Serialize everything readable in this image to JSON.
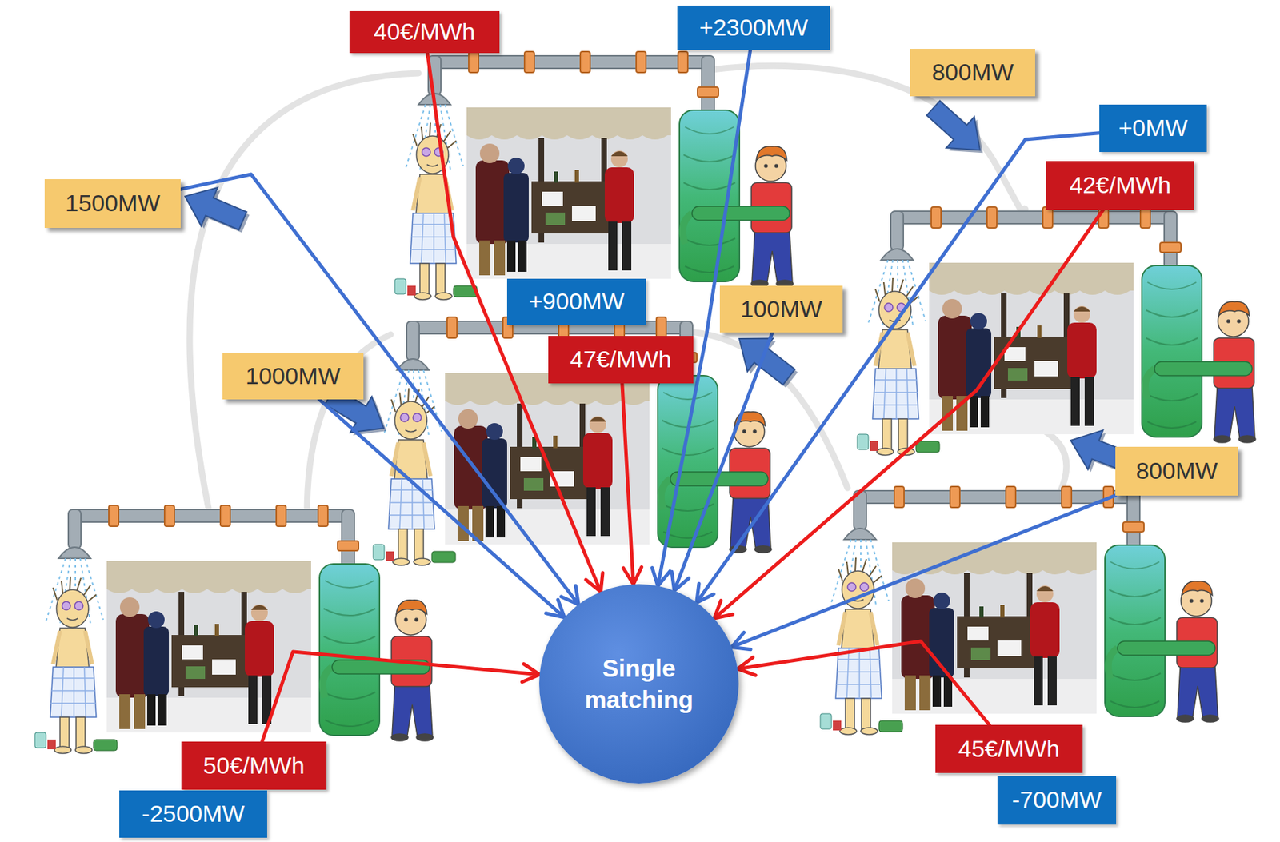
{
  "diagram": {
    "nodes": [
      {
        "text": [
          "40€/MWh"
        ]
      },
      {
        "text": [
          "+2300MW"
        ]
      },
      {
        "text": [
          "800MW"
        ]
      },
      {
        "text": [
          "+0MW"
        ]
      },
      {
        "text": [
          "42€/MWh"
        ]
      },
      {
        "text": [
          "1500MW"
        ]
      },
      {
        "text": [
          "+900MW"
        ]
      },
      {
        "text": [
          "100MW"
        ]
      },
      {
        "text": [
          "47€/MWh"
        ]
      },
      {
        "text": [
          "1000MW"
        ]
      },
      {
        "text": [
          "800MW"
        ]
      },
      {
        "text": [
          "Single matching"
        ]
      },
      {
        "text": [
          "45€/MWh"
        ]
      },
      {
        "text": [
          "50€/MWh"
        ]
      },
      {
        "text": [
          "-700MW"
        ]
      },
      {
        "text": [
          "-2500MW"
        ]
      }
    ],
    "edges": [
      {
        "from": 5,
        "to": 11,
        "arrow": "to"
      },
      {
        "from": 0,
        "to": 11,
        "arrow": "to"
      },
      {
        "from": 1,
        "to": 11,
        "arrow": "to"
      },
      {
        "from": 8,
        "to": 11,
        "arrow": "to"
      },
      {
        "from": 7,
        "to": 11,
        "arrow": "to"
      },
      {
        "from": 3,
        "to": 11,
        "arrow": "to"
      },
      {
        "from": 4,
        "to": 11,
        "arrow": "to"
      },
      {
        "from": 9,
        "to": 11,
        "arrow": "to"
      },
      {
        "from": 10,
        "to": 11,
        "arrow": "to"
      },
      {
        "from": 13,
        "to": 11,
        "arrow": "to"
      },
      {
        "from": 12,
        "to": 11,
        "arrow": "to"
      }
    ]
  }
}
